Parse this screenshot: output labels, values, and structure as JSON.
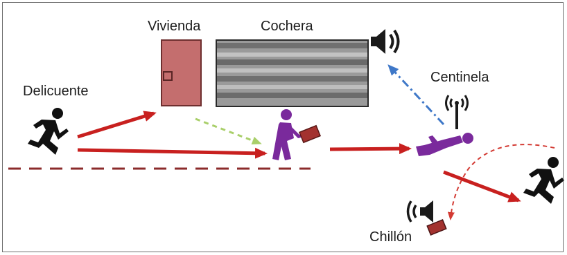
{
  "labels": {
    "delincuente": "Delicuente",
    "vivienda": "Vivienda",
    "cochera": "Cochera",
    "centinela": "Centinela",
    "chillon": "Chillón"
  },
  "colors": {
    "red_arrow": "#c8201f",
    "green_dashed": "#a9cf6a",
    "blue_dashdot": "#3f78c8",
    "door": "#c46e6e",
    "door_border": "#7a3a3a",
    "garage_stripe_dark": "#6f6f6f",
    "garage_stripe_light": "#b8b8b8",
    "purple": "#7a2a9c",
    "bag": "#a3322f",
    "ground": "#8b2b2b",
    "black": "#1a1a1a"
  },
  "icons": [
    "running-thief-icon",
    "door-icon",
    "garage-icon",
    "speaker-icon",
    "wifi-signal-icon",
    "worker-with-bag-icon",
    "fallen-worker-icon",
    "running-escapee-icon",
    "siren-speaker-icon"
  ]
}
